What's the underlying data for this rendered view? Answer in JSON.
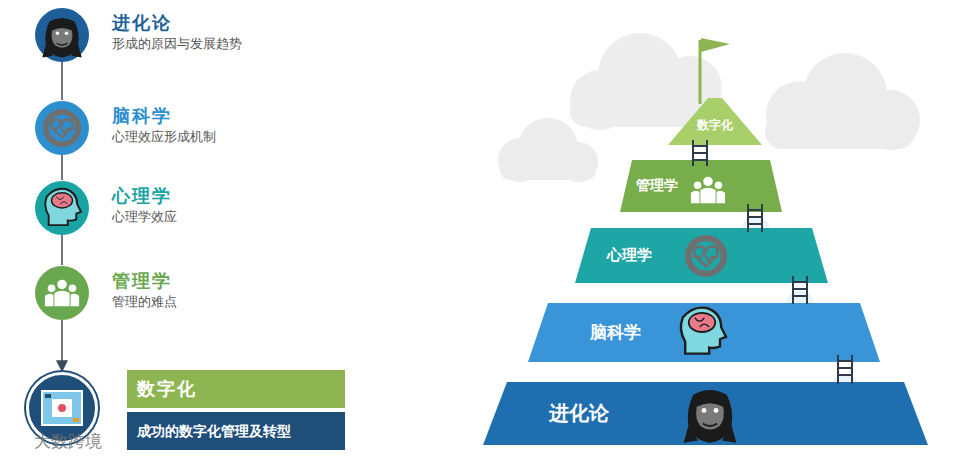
{
  "diagram": {
    "nodes": [
      {
        "text": [
          "进化论",
          "形成的原因与发展趋势"
        ]
      },
      {
        "text": [
          "脑科学",
          "心理效应形成机制"
        ]
      },
      {
        "text": [
          "心理学",
          "心理学效应"
        ]
      },
      {
        "text": [
          "管理学",
          "管理的难点"
        ]
      },
      {
        "text": [
          "数字化",
          "成功的数字化管理及转型"
        ]
      },
      {
        "text": [
          "数字化"
        ]
      },
      {
        "text": [
          "管理学"
        ]
      },
      {
        "text": [
          "心理学"
        ]
      },
      {
        "text": [
          "脑科学"
        ]
      },
      {
        "text": [
          "进化论"
        ]
      }
    ],
    "edges": [
      {
        "from": 0,
        "to": 1,
        "arrow": "none"
      },
      {
        "from": 1,
        "to": 2,
        "arrow": "none"
      },
      {
        "from": 2,
        "to": 3,
        "arrow": "none"
      },
      {
        "from": 3,
        "to": 4,
        "arrow": "to"
      }
    ],
    "labels": [
      "大数跨境"
    ]
  }
}
